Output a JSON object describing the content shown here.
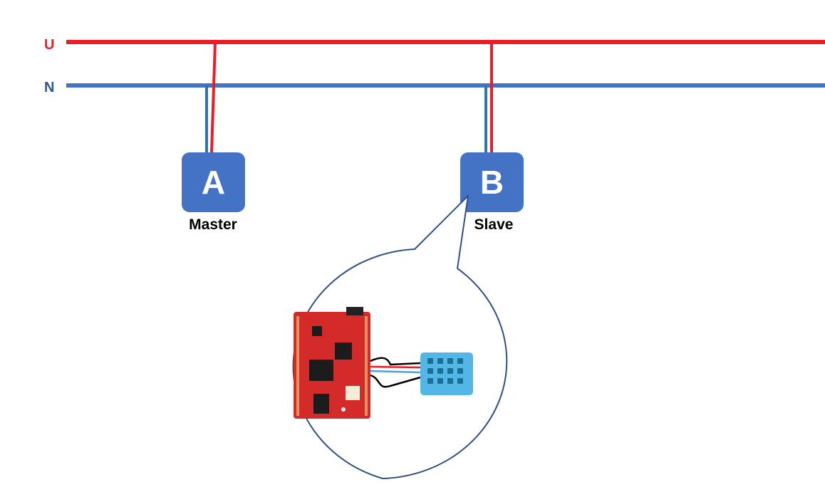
{
  "lines": {
    "u": {
      "label": "U",
      "color": "#ee1c25"
    },
    "n": {
      "label": "N",
      "color": "#4472c4"
    }
  },
  "nodes": {
    "a": {
      "letter": "A",
      "caption": "Master",
      "box_color": "#4472c4"
    },
    "b": {
      "letter": "B",
      "caption": "Slave",
      "box_color": "#4472c4"
    }
  },
  "callout": {
    "outline_color": "#2f4f85",
    "board_color": "#d42a2a",
    "sensor_color": "#52b7e6",
    "wire_colors": [
      "#000000",
      "#ee1c25",
      "#4aa3df",
      "#000000"
    ]
  }
}
